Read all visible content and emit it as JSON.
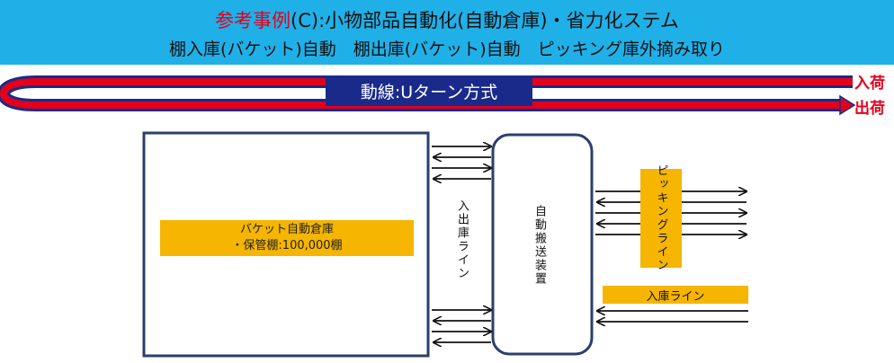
{
  "title": {
    "prefix": "参考事例",
    "rest": "(C):小物部品自動化(自動倉庫)・省力化ステム",
    "subtitle": "棚入庫(バケット)自動　棚出庫(バケット)自動　ピッキング庫外摘み取り"
  },
  "flow": {
    "label": "動線:Uターン方式",
    "in_label": "入荷",
    "out_label": "出荷"
  },
  "warehouse": {
    "line1": "バケット自動倉庫",
    "line2": "・保管棚:100,000棚"
  },
  "inout_line": "入出庫ライン",
  "agv": "自動搬送装置",
  "picking_line": "ピッキングライン",
  "inbound_line": "入庫ライン",
  "colors": {
    "header_bg": "#20b0e8",
    "accent_red": "#e2001a",
    "label_bg": "#f5b500",
    "navy": "#1a2a8a"
  }
}
